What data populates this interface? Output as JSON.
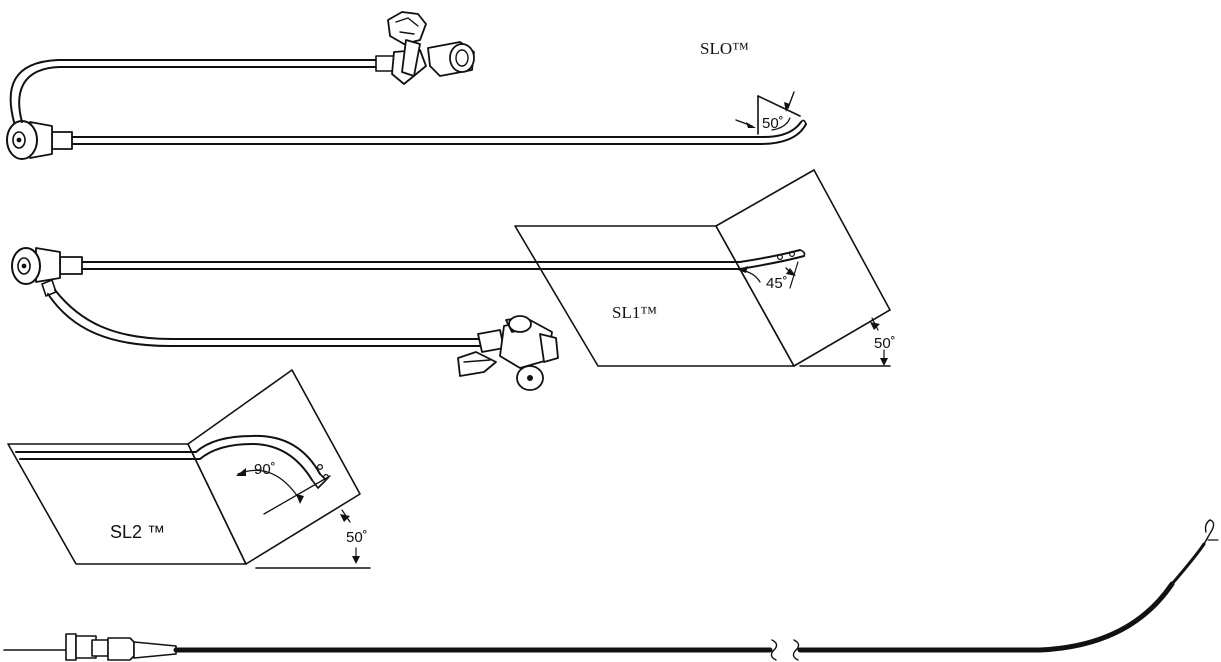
{
  "labels": {
    "slo": "SLO™",
    "sl1": "SL1™",
    "sl2": "SL2 ™"
  },
  "angles": {
    "slo_tip": "50˚",
    "sl1_tip": "45˚",
    "sl1_plane": "50˚",
    "sl2_tip": "90˚",
    "sl2_plane": "50˚"
  },
  "colors": {
    "line": "#111111",
    "background": "#ffffff"
  }
}
